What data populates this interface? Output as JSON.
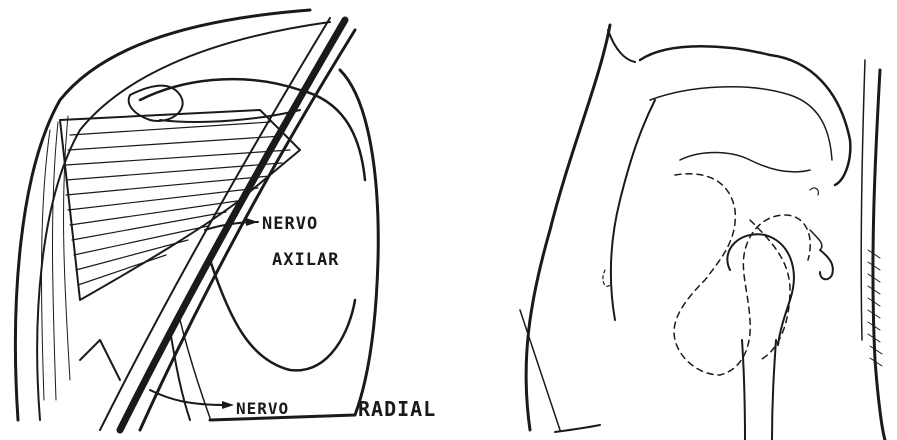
{
  "left_figure": {
    "labels": {
      "axillary_nerve_line1": "NERVO",
      "axillary_nerve_line2": "AXILAR",
      "radial_nerve_line1": "NERVO",
      "radial_nerve_line2": "RADIAL"
    }
  },
  "colors": {
    "ink": "#1a1a1a",
    "background": "#ffffff"
  }
}
